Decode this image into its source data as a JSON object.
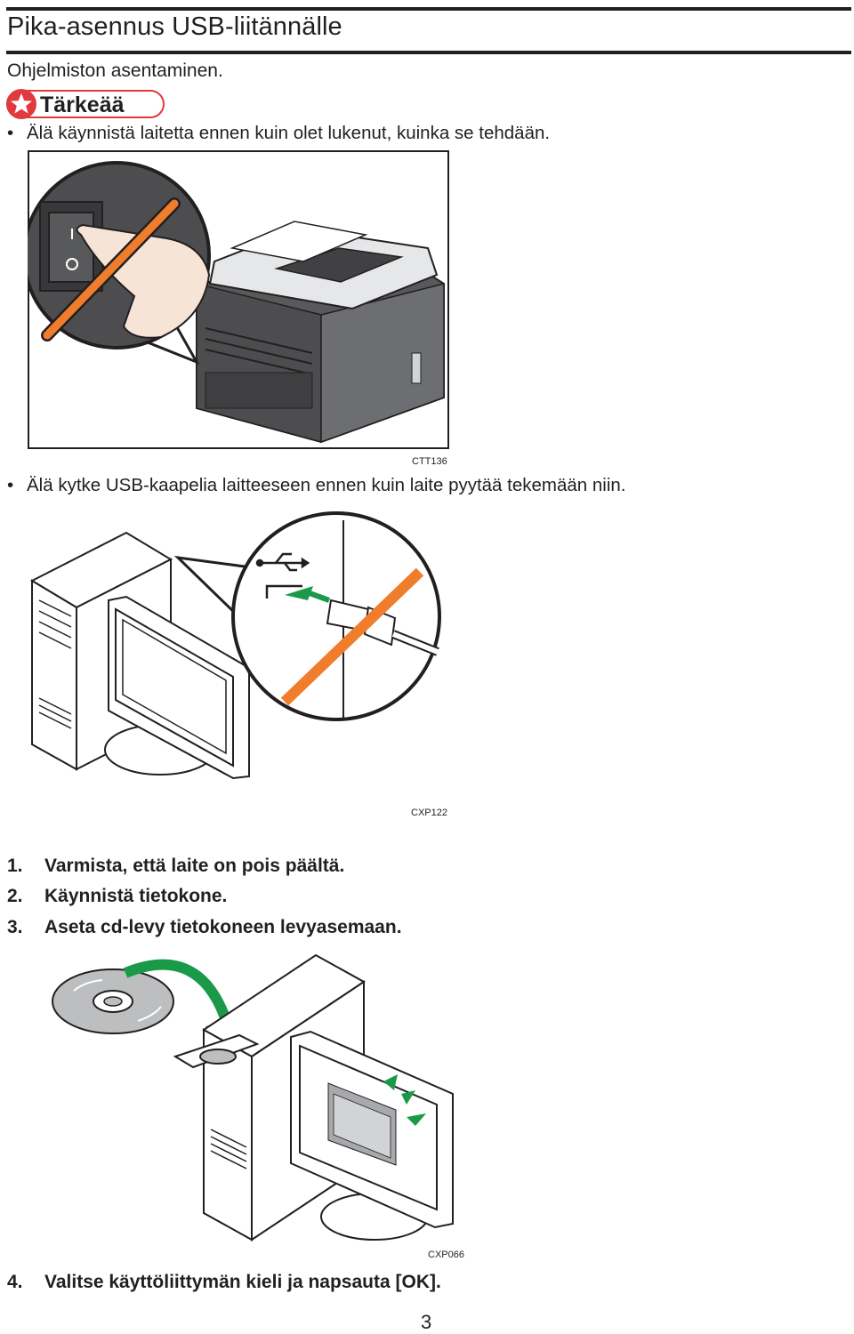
{
  "page": {
    "title": "Pika-asennus USB-liitännälle",
    "intro": "Ohjelmiston asentaminen.",
    "important_label": "Tärkeää",
    "page_number": "3"
  },
  "bullets": [
    "Älä käynnistä laitetta ennen kuin olet lukenut, kuinka se tehdään.",
    "Älä kytke USB-kaapelia laitteeseen ennen kuin laite pyytää tekemään niin."
  ],
  "figures": {
    "power_switch_code": "CTT136",
    "usb_cable_code": "CXP122",
    "cd_insert_code": "CXP066"
  },
  "steps": [
    {
      "num": "1.",
      "text": "Varmista, että laite on pois päältä."
    },
    {
      "num": "2.",
      "text": "Käynnistä tietokone."
    },
    {
      "num": "3.",
      "text": "Aseta cd-levy tietokoneen levyasemaan."
    },
    {
      "num": "4.",
      "text": "Valitse käyttöliittymän kieli ja napsauta [OK]."
    }
  ],
  "colors": {
    "rule": "#231f20",
    "important": "#e03a3e",
    "prohibit_stroke": "#f07d2c",
    "arrow_green": "#1a9a48"
  },
  "icons": [
    "star-icon",
    "usb-icon"
  ]
}
